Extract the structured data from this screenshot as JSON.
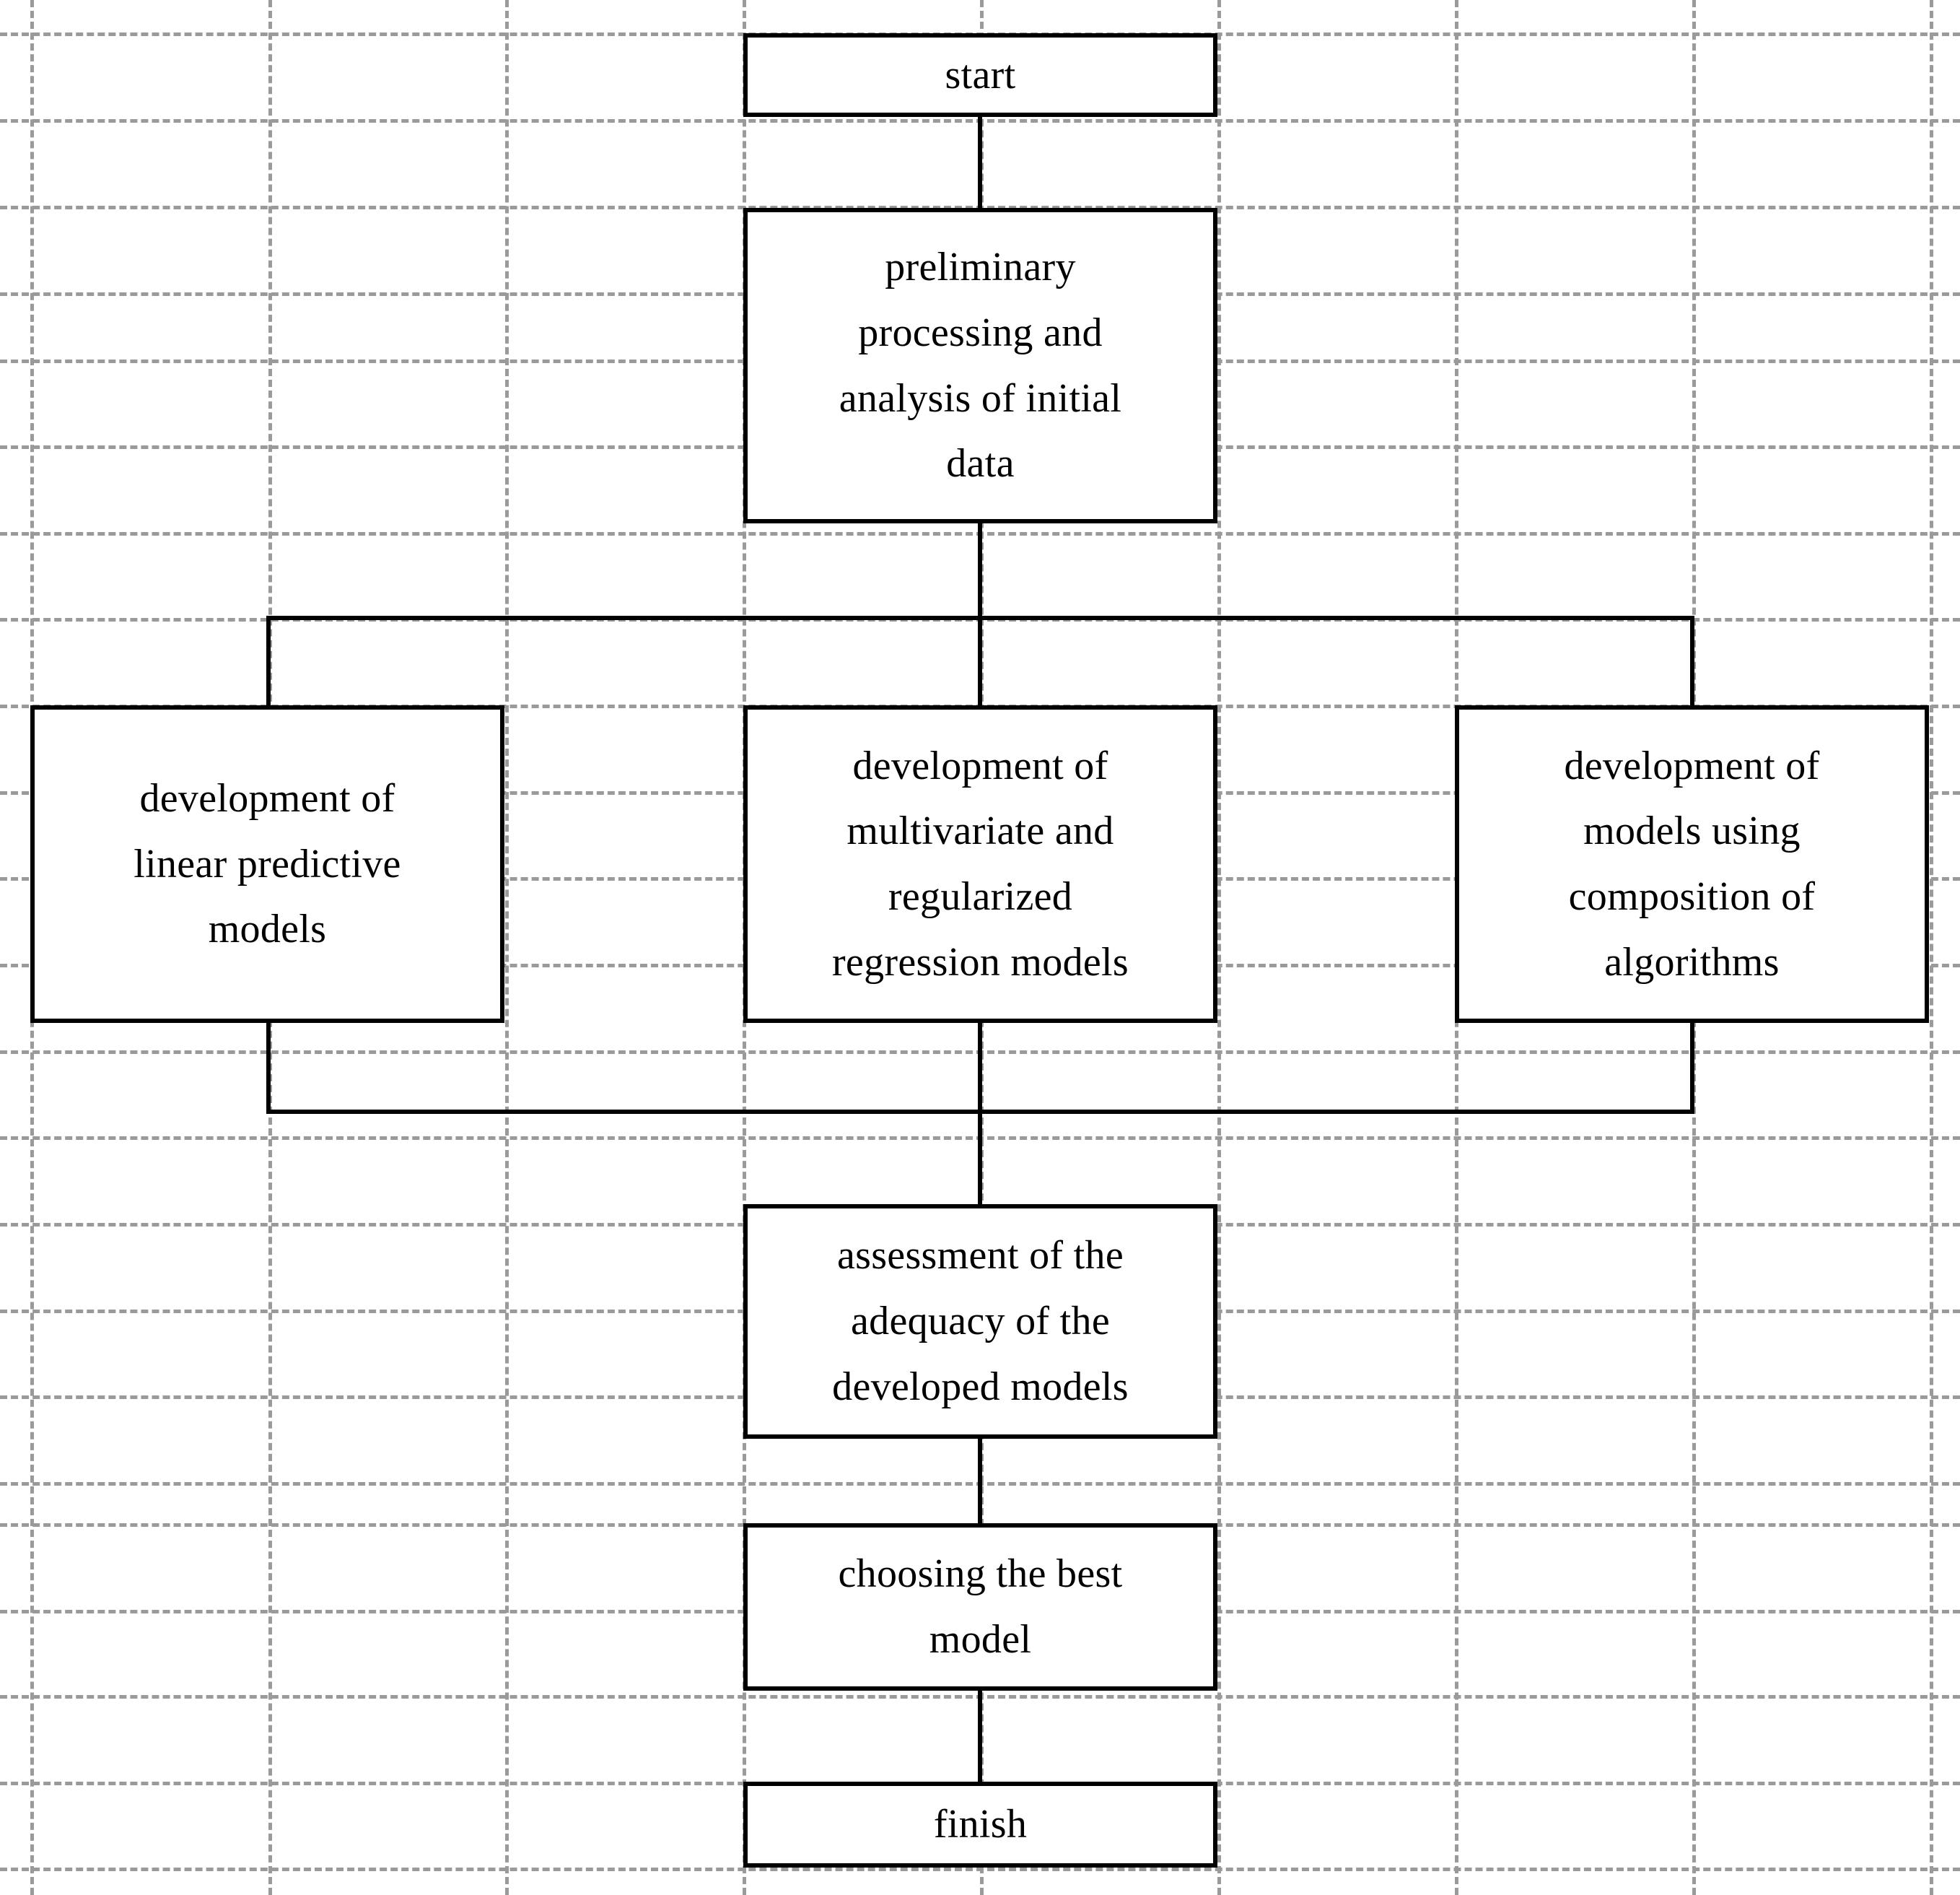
{
  "diagram": {
    "type": "flowchart",
    "orientation": "top-to-bottom",
    "background": "#ffffff",
    "node_border_color": "#000000",
    "grid_color": "#9a9a9a",
    "text_color": "#000000",
    "nodes": [
      {
        "id": "start",
        "label": "start"
      },
      {
        "id": "preprocess",
        "label": "preliminary\nprocessing and\nanalysis of initial\ndata"
      },
      {
        "id": "linear",
        "label": "development of\nlinear predictive\nmodels"
      },
      {
        "id": "multivar",
        "label": "development of\nmultivariate and\nregularized\nregression models"
      },
      {
        "id": "composition",
        "label": "development of\nmodels using\ncomposition of\nalgorithms"
      },
      {
        "id": "assess",
        "label": "assessment of the\nadequacy of the\ndeveloped models"
      },
      {
        "id": "choose",
        "label": "choosing the best\nmodel"
      },
      {
        "id": "finish",
        "label": "finish"
      }
    ],
    "edges": [
      {
        "from": "start",
        "to": "preprocess"
      },
      {
        "from": "preprocess",
        "to": "linear"
      },
      {
        "from": "preprocess",
        "to": "multivar"
      },
      {
        "from": "preprocess",
        "to": "composition"
      },
      {
        "from": "linear",
        "to": "assess"
      },
      {
        "from": "multivar",
        "to": "assess"
      },
      {
        "from": "composition",
        "to": "assess"
      },
      {
        "from": "assess",
        "to": "choose"
      },
      {
        "from": "choose",
        "to": "finish"
      }
    ]
  }
}
